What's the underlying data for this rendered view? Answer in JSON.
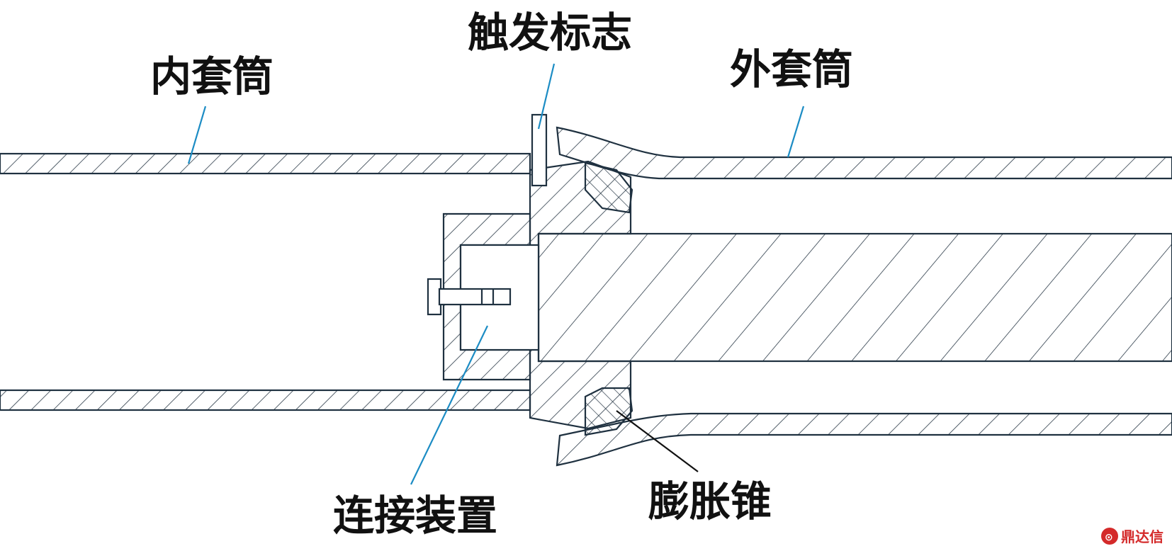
{
  "diagram": {
    "labels": {
      "inner_sleeve": "内套筒",
      "trigger_mark": "触发标志",
      "outer_sleeve": "外套筒",
      "connector": "连接装置",
      "expansion_cone": "膨胀锥"
    },
    "watermark": "鼎达信"
  },
  "colors": {
    "outline": "#1f3140",
    "hatch": "#2b3a48",
    "leader_blue": "#1c8cc4",
    "leader_black": "#111111",
    "watermark": "#d42a2a"
  }
}
